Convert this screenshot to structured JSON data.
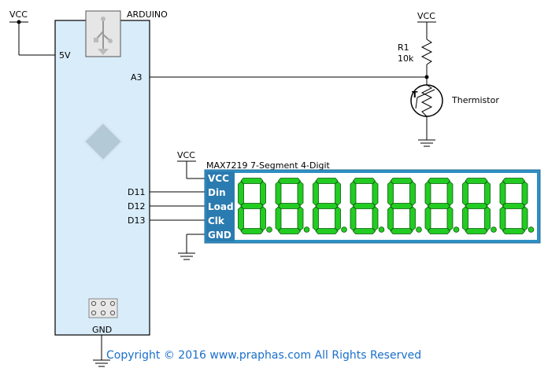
{
  "arduino": {
    "title": "ARDUINO",
    "pin_5v": "5V",
    "pin_a3": "A3",
    "pin_d11": "D11",
    "pin_d12": "D12",
    "pin_d13": "D13",
    "pin_gnd": "GND"
  },
  "power": {
    "vcc_left": "VCC",
    "vcc_right": "VCC",
    "vcc_display": "VCC"
  },
  "resistor": {
    "name": "R1",
    "value": "10k"
  },
  "thermistor": {
    "label": "Thermistor",
    "symbol_letter": "T"
  },
  "display": {
    "title": "MAX7219  7-Segment  4-Digit",
    "pins": [
      "VCC",
      "Din",
      "Load",
      "Clk",
      "GND"
    ],
    "digits_shown": "8.8.8.8.8.8.8.8."
  },
  "footer": {
    "copyright": "Copyright © 2016 www.praphas.com  All Rights Reserved"
  },
  "colors": {
    "board_fill": "#d9ecfa",
    "display_frame": "#2f8fc4",
    "pin_panel": "#2a7bb0",
    "segment": "#22cc22",
    "segment_outline": "#0a5a0a",
    "display_body": "#ffffff",
    "copyright_text": "#1a6fc9"
  }
}
